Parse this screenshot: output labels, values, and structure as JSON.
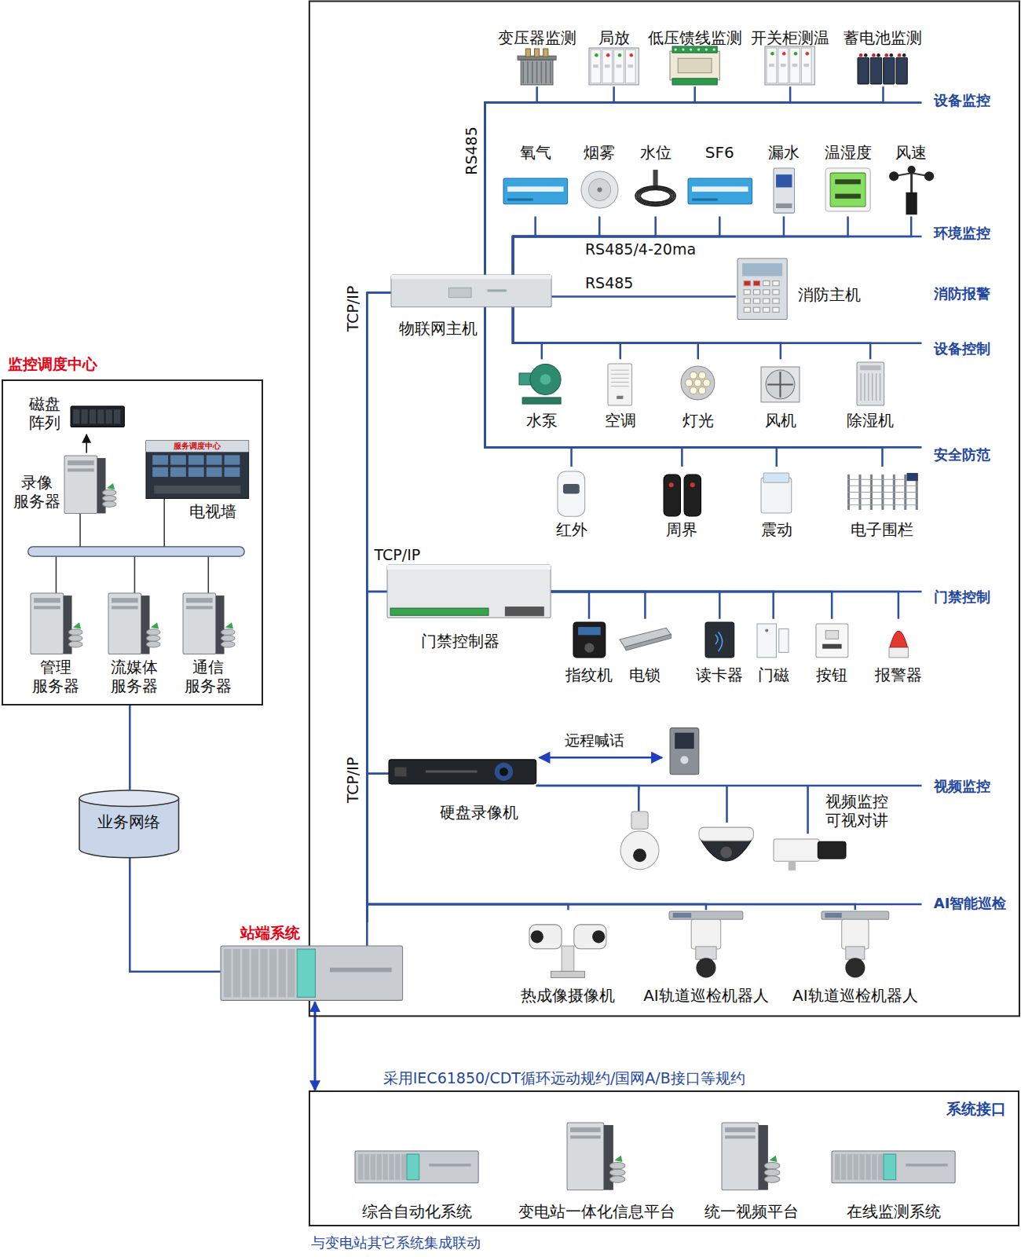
{
  "diagram": {
    "nodes": [
      {
        "text": [
          "监控调度中心"
        ]
      },
      {
        "text": [
          "磁盘 阵列"
        ],
        "in": 0
      },
      {
        "text": [
          "录像 服务器"
        ],
        "in": 0
      },
      {
        "text": [
          "电视墙"
        ],
        "in": 0
      },
      {
        "text": [
          "管理 服务器"
        ],
        "in": 0
      },
      {
        "text": [
          "流媒体 服务器"
        ],
        "in": 0
      },
      {
        "text": [
          "通信 服务器"
        ],
        "in": 0
      },
      {
        "text": [
          "业务网络"
        ]
      },
      {
        "text": [
          "站端系统"
        ]
      },
      {
        "text": [
          "变压器监测"
        ]
      },
      {
        "text": [
          "局放"
        ]
      },
      {
        "text": [
          "低压馈线监测"
        ]
      },
      {
        "text": [
          "开关柜测温"
        ]
      },
      {
        "text": [
          "蓄电池监测"
        ]
      },
      {
        "text": [
          "氧气"
        ]
      },
      {
        "text": [
          "烟雾"
        ]
      },
      {
        "text": [
          "水位"
        ]
      },
      {
        "text": [
          "SF6"
        ]
      },
      {
        "text": [
          "漏水"
        ]
      },
      {
        "text": [
          "温湿度"
        ]
      },
      {
        "text": [
          "风速"
        ]
      },
      {
        "text": [
          "物联网主机"
        ]
      },
      {
        "text": [
          "消防主机"
        ]
      },
      {
        "text": [
          "水泵"
        ]
      },
      {
        "text": [
          "空调"
        ]
      },
      {
        "text": [
          "灯光"
        ]
      },
      {
        "text": [
          "风机"
        ]
      },
      {
        "text": [
          "除湿机"
        ]
      },
      {
        "text": [
          "红外"
        ]
      },
      {
        "text": [
          "周界"
        ]
      },
      {
        "text": [
          "震动"
        ]
      },
      {
        "text": [
          "电子围栏"
        ]
      },
      {
        "text": [
          "门禁控制器"
        ]
      },
      {
        "text": [
          "指纹机"
        ]
      },
      {
        "text": [
          "电锁"
        ]
      },
      {
        "text": [
          "读卡器"
        ]
      },
      {
        "text": [
          "门磁"
        ]
      },
      {
        "text": [
          "按钮"
        ]
      },
      {
        "text": [
          "报警器"
        ]
      },
      {
        "text": [
          "硬盘录像机"
        ]
      },
      {
        "text": [
          "视频监控 可视对讲"
        ]
      },
      {
        "text": [
          "热成像摄像机"
        ]
      },
      {
        "text": [
          "AI轨道巡检机器人"
        ]
      },
      {
        "text": [
          "AI轨道巡检机器人"
        ]
      },
      {
        "text": [
          "系统接口"
        ]
      },
      {
        "text": [
          "综合自动化系统"
        ],
        "in": 44
      },
      {
        "text": [
          "变电站一体化信息平台"
        ],
        "in": 44
      },
      {
        "text": [
          "统一视频平台"
        ],
        "in": 44
      },
      {
        "text": [
          "在线监测系统"
        ],
        "in": 44
      }
    ],
    "edges": [
      {
        "from": 2,
        "to": 1,
        "arrow": "to"
      },
      {
        "from": 0,
        "to": 7,
        "arrow": "none"
      },
      {
        "from": 7,
        "to": 8,
        "arrow": "none"
      },
      {
        "from": 8,
        "to": 21,
        "arrow": "none"
      },
      {
        "from": 21,
        "to": 9,
        "arrow": "none"
      },
      {
        "from": 21,
        "to": 10,
        "arrow": "none"
      },
      {
        "from": 21,
        "to": 11,
        "arrow": "none"
      },
      {
        "from": 21,
        "to": 12,
        "arrow": "none"
      },
      {
        "from": 21,
        "to": 13,
        "arrow": "none"
      },
      {
        "from": 21,
        "to": 14,
        "arrow": "none"
      },
      {
        "from": 21,
        "to": 15,
        "arrow": "none"
      },
      {
        "from": 21,
        "to": 16,
        "arrow": "none"
      },
      {
        "from": 21,
        "to": 17,
        "arrow": "none"
      },
      {
        "from": 21,
        "to": 18,
        "arrow": "none"
      },
      {
        "from": 21,
        "to": 19,
        "arrow": "none"
      },
      {
        "from": 21,
        "to": 20,
        "arrow": "none"
      },
      {
        "from": 21,
        "to": 22,
        "label": "RS485",
        "arrow": "none"
      },
      {
        "from": 21,
        "to": 23,
        "arrow": "none"
      },
      {
        "from": 21,
        "to": 24,
        "arrow": "none"
      },
      {
        "from": 21,
        "to": 25,
        "arrow": "none"
      },
      {
        "from": 21,
        "to": 26,
        "arrow": "none"
      },
      {
        "from": 21,
        "to": 27,
        "arrow": "none"
      },
      {
        "from": 21,
        "to": 28,
        "arrow": "none"
      },
      {
        "from": 21,
        "to": 29,
        "arrow": "none"
      },
      {
        "from": 21,
        "to": 30,
        "arrow": "none"
      },
      {
        "from": 21,
        "to": 31,
        "arrow": "none"
      },
      {
        "from": 8,
        "to": 32,
        "arrow": "none"
      },
      {
        "from": 32,
        "to": 33,
        "arrow": "none"
      },
      {
        "from": 32,
        "to": 34,
        "arrow": "none"
      },
      {
        "from": 32,
        "to": 35,
        "arrow": "none"
      },
      {
        "from": 32,
        "to": 36,
        "arrow": "none"
      },
      {
        "from": 32,
        "to": 37,
        "arrow": "none"
      },
      {
        "from": 32,
        "to": 38,
        "arrow": "none"
      },
      {
        "from": 8,
        "to": 39,
        "arrow": "none"
      },
      {
        "from": 39,
        "to": 40,
        "arrow": "none"
      },
      {
        "from": 8,
        "to": 41,
        "arrow": "none"
      },
      {
        "from": 8,
        "to": 42,
        "arrow": "none"
      },
      {
        "from": 8,
        "to": 43,
        "arrow": "none"
      },
      {
        "from": 8,
        "to": 44,
        "label": "采用IEC61850/CDT循环远动规约/国网A/B接口等规约",
        "arrow": "both"
      }
    ],
    "labels": [
      "服务调度中心",
      "RS485",
      "设备监控",
      "RS485/4-20ma",
      "环境监控",
      "TCP/IP",
      "消防报警",
      "设备控制",
      "安全防范",
      "TCP/IP",
      "门禁控制",
      "远程喊话",
      "TCP/IP",
      "视频监控",
      "AI智能巡检",
      "与变电站其它系统集成联动"
    ]
  }
}
